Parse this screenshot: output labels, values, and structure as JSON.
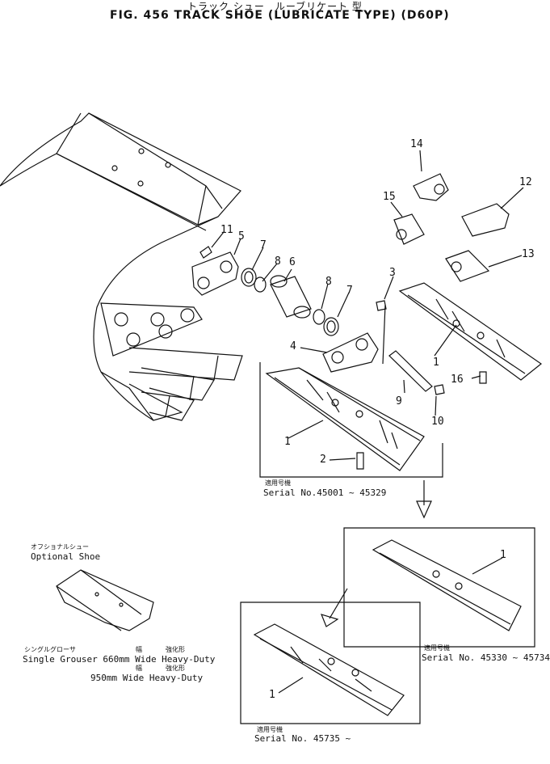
{
  "header": {
    "subtitle_jp": "トラック シュー　ルーブリケート 型",
    "title": "FIG. 456  TRACK SHOE (LUBRICATE TYPE) (D60P)"
  },
  "callouts": [
    "14",
    "12",
    "15",
    "13",
    "11",
    "5",
    "7",
    "8",
    "6",
    "8",
    "7",
    "3",
    "4",
    "1",
    "16",
    "9",
    "10",
    "1",
    "2",
    "1",
    "1"
  ],
  "serials": {
    "s1_label_jp": "適用号機",
    "s1": "Serial No.45001 ~ 45329",
    "s2_label_jp": "適用号機",
    "s2": "Serial No. 45330 ~ 45734",
    "s3_label_jp": "適用号機",
    "s3": "Serial No. 45735 ~"
  },
  "optional": {
    "label_jp": "オフショナルシュー",
    "label": "Optional Shoe",
    "row1_jp_a": "シングルグローサ",
    "row1_jp_b": "幅",
    "row1_jp_c": "強化形",
    "row1": "Single Grouser 660mm Wide Heavy-Duty",
    "row2_jp_b": "幅",
    "row2_jp_c": "強化形",
    "row2": "950mm Wide Heavy-Duty"
  }
}
